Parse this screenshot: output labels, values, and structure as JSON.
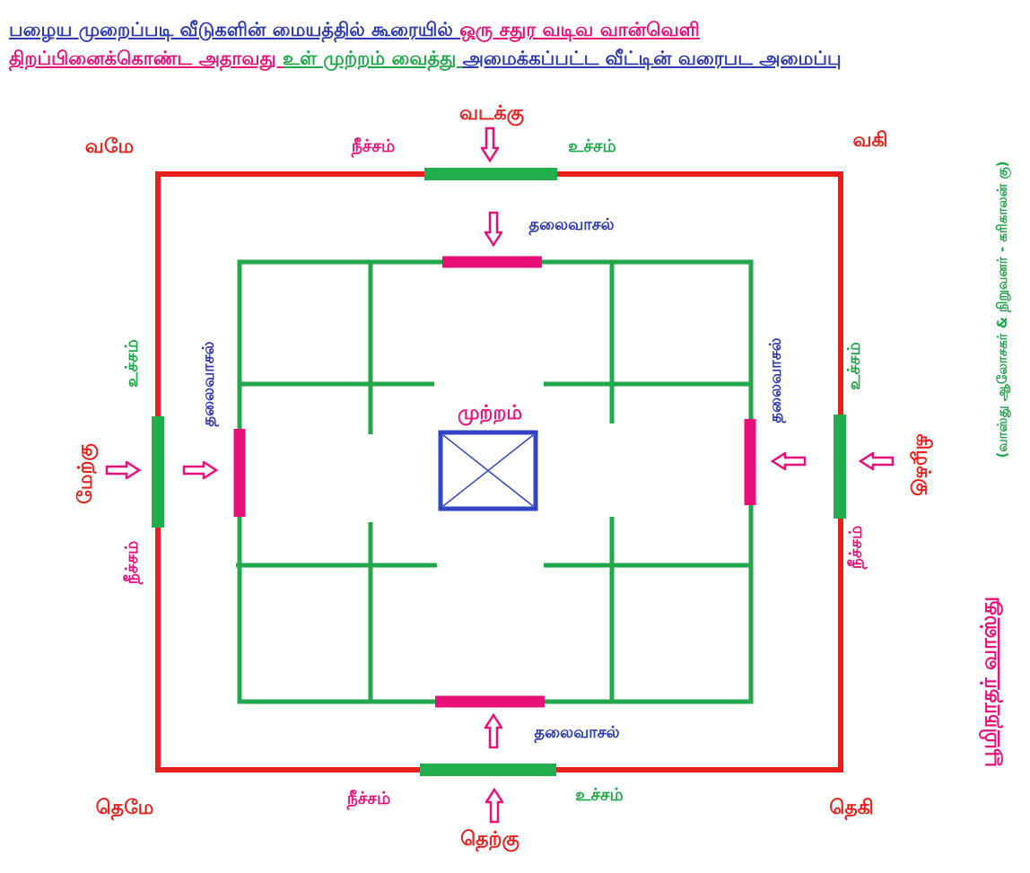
{
  "title": {
    "line1": [
      {
        "text": "பழைய முறைப்படி வீடுகளின் மையத்தில் கூரையில் ",
        "color": "#2e3bb3"
      },
      {
        "text": "ஒரு சதுர வடிவ வான்வெளி",
        "color": "#e8117a"
      }
    ],
    "line2": [
      {
        "text": "திறப்பினைக்கொண்ட அதாவது ",
        "color": "#e8117a"
      },
      {
        "text": " உள் முற்றம் வைத்து ",
        "color": "#1fa84a"
      },
      {
        "text": "அமைக்கப்பட்ட வீட்டின் வரைபட அமைப்பு",
        "color": "#2e3bb3"
      }
    ]
  },
  "directions": {
    "north": "வடக்கு",
    "south": "தெற்கு",
    "east": "கிழக்கு",
    "west": "மேற்கு"
  },
  "corners": {
    "northwest": "வமே",
    "northeast": "வகி",
    "southwest": "தெமே",
    "southeast": "தெகி"
  },
  "labels": {
    "neecham": "நீச்சம்",
    "ucham": "உச்சம்",
    "thalaivasal": "தலைவாசல்",
    "courtyard": "முற்றம்"
  },
  "attribution": {
    "main": "பூமிநாதர் வாஸ்து",
    "sub": "(வாஸ்து ஆலோசகர் & நிறுவனர் - கரிகாலன் கு)"
  },
  "colors": {
    "outer_wall": "#e8201c",
    "inner_wall": "#22a84a",
    "outer_gate": "#1fae4b",
    "inner_gate": "#e8117a",
    "courtyard": "#3344c4",
    "arrow": "#e8117a"
  }
}
